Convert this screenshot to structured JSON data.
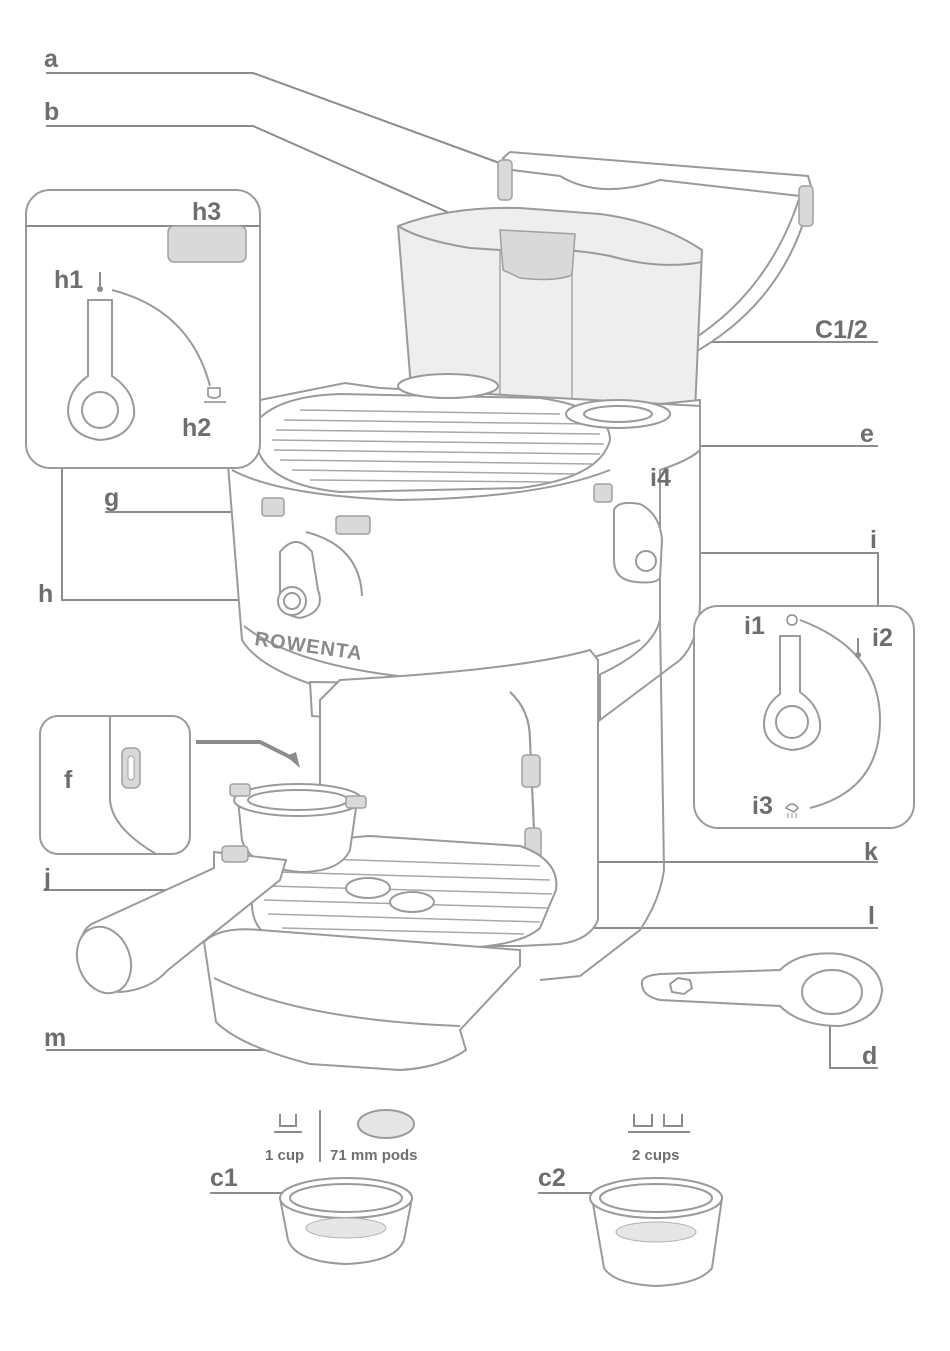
{
  "labels": {
    "a": "a",
    "b": "b",
    "c12": "C1/2",
    "e": "e",
    "g": "g",
    "h": "h",
    "h1": "h1",
    "h2": "h2",
    "h3": "h3",
    "i": "i",
    "i1": "i1",
    "i2": "i2",
    "i3": "i3",
    "i4": "i4",
    "f": "f",
    "j": "j",
    "k": "k",
    "l": "l",
    "m": "m",
    "d": "d",
    "c1": "c1",
    "c2": "c2"
  },
  "brand": "ROWENTA",
  "filters": {
    "one_cup": "1 cup",
    "pods": "71 mm pods",
    "two_cups": "2 cups"
  },
  "icons": [
    "thermometer-icon",
    "cup-icon",
    "circle-off-icon",
    "steam-icon",
    "two-cups-icon",
    "pod-icon"
  ]
}
